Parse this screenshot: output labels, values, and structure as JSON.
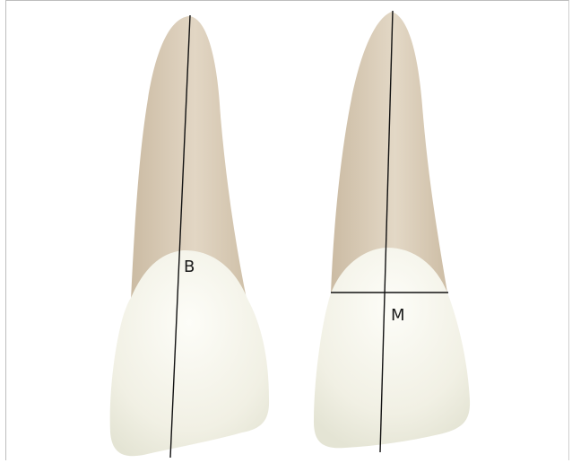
{
  "figure": {
    "teeth": [
      {
        "view": "buccal",
        "label": "B",
        "colors": {
          "root": "#ddd0bb",
          "crown": "#f2f1e6",
          "line": "#111111"
        }
      },
      {
        "view": "mesial",
        "label": "M",
        "colors": {
          "root": "#ddd0bb",
          "crown": "#f2f1e6",
          "line": "#111111"
        }
      }
    ]
  }
}
